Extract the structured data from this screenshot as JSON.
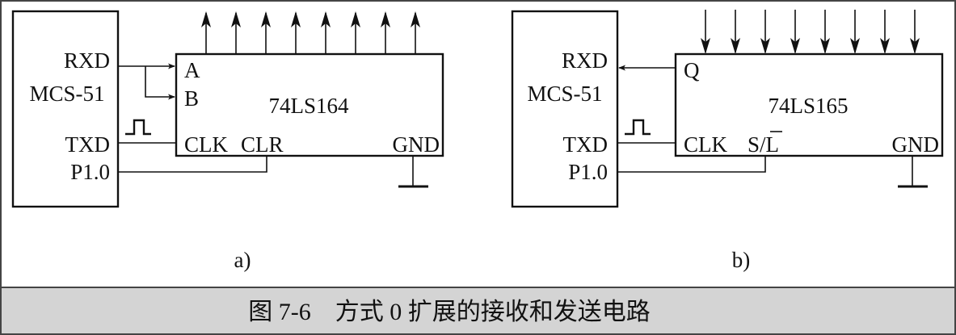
{
  "diagram_a": {
    "cpu": {
      "name": "MCS-51",
      "rxd": "RXD",
      "txd": "TXD",
      "p10": "P1.0"
    },
    "chip": {
      "name": "74LS164",
      "pin_a": "A",
      "pin_b": "B",
      "clk": "CLK",
      "clr": "CLR",
      "gnd": "GND"
    },
    "label": "a)"
  },
  "diagram_b": {
    "cpu": {
      "name": "MCS-51",
      "rxd": "RXD",
      "txd": "TXD",
      "p10": "P1.0"
    },
    "chip": {
      "name": "74LS165",
      "pin_q": "Q",
      "clk": "CLK",
      "sl_s": "S/",
      "sl_l": "L",
      "gnd": "GND"
    },
    "label": "b)"
  },
  "caption": "图 7-6　方式 0 扩展的接收和发送电路"
}
